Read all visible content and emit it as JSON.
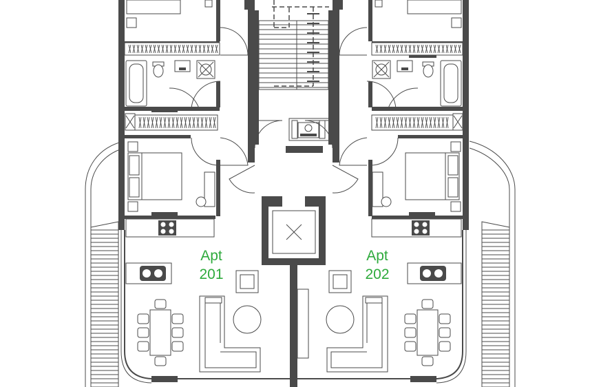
{
  "plan": {
    "accent_color": "#2eaa3c",
    "wall_color": "#4a4a4a",
    "apartments": [
      {
        "line1": "Apt",
        "line2": "201"
      },
      {
        "line1": "Apt",
        "line2": "202"
      }
    ],
    "icons": [
      "lift-icon",
      "stair-icon",
      "bathtub-icon",
      "toilet-icon",
      "sink-icon",
      "bed-icon",
      "hob-icon",
      "dining-table-icon",
      "sofa-icon",
      "coffee-table-icon",
      "armchair-icon",
      "wardrobe-icon",
      "door-swing-icon"
    ]
  }
}
